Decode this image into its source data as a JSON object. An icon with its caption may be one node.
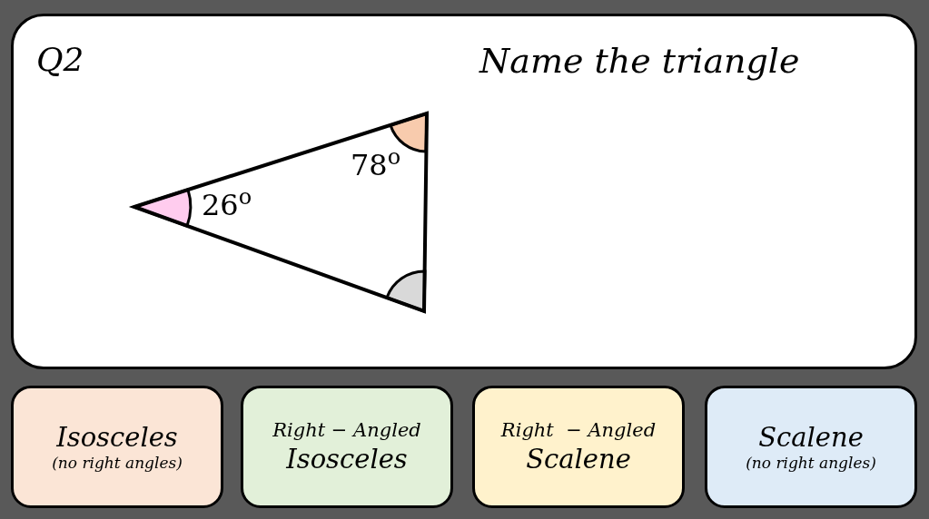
{
  "diagram": {
    "title": "Name the triangle",
    "nodes": [
      {
        "text": [
          "Isosceles",
          "(no right angles)"
        ]
      },
      {
        "text": [
          "Right − Angled",
          "Isosceles"
        ]
      },
      {
        "text": [
          "Right  − Angled",
          "Scalene"
        ]
      },
      {
        "text": [
          "Scalene",
          "(no right angles)"
        ]
      }
    ],
    "labels": [
      "Q2",
      "26$^{o}$",
      "78$^{o}$"
    ]
  }
}
